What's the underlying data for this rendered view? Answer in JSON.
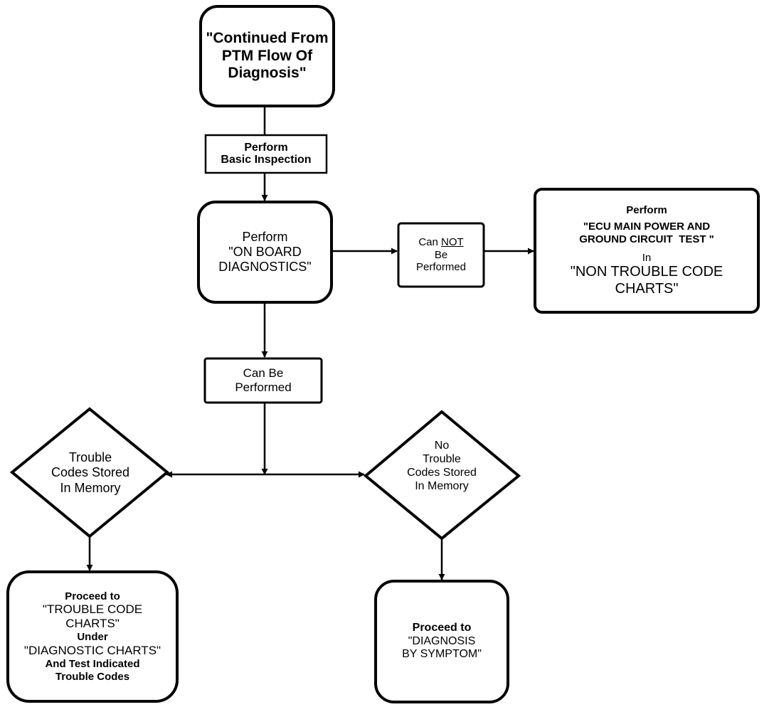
{
  "nodes": {
    "start": {
      "lines": [
        "\"Continued From",
        "PTM Flow Of",
        "Diagnosis\""
      ]
    },
    "basic_inspection": {
      "lines": [
        "Perform",
        "Basic Inspection"
      ]
    },
    "obd": {
      "lines": [
        "Perform",
        "\"ON BOARD",
        "DIAGNOSTICS\""
      ]
    },
    "cannot": {
      "line1_prefix": "Can ",
      "line1_underlined": "NOT",
      "lines": [
        "Be",
        "Performed"
      ]
    },
    "ecu_test": {
      "lines": [
        "Perform",
        "\"ECU MAIN POWER AND",
        "GROUND CIRCUIT  TEST \"",
        "In",
        "\"NON TROUBLE CODE",
        "CHARTS\""
      ]
    },
    "can_be": {
      "lines": [
        "Can Be",
        "Performed"
      ]
    },
    "codes_stored": {
      "lines": [
        "Trouble",
        "Codes Stored",
        "In Memory"
      ]
    },
    "no_codes": {
      "lines": [
        "No",
        "Trouble",
        "Codes Stored",
        "In Memory"
      ]
    },
    "trouble_charts": {
      "lines": [
        "Proceed to",
        "\"TROUBLE CODE",
        "CHARTS\"",
        "Under",
        "\"DIAGNOSTIC CHARTS\"",
        "And Test Indicated",
        "Trouble Codes"
      ]
    },
    "by_symptom": {
      "lines": [
        "Proceed to",
        "\"DIAGNOSIS",
        "BY SYMPTOM\""
      ]
    }
  }
}
